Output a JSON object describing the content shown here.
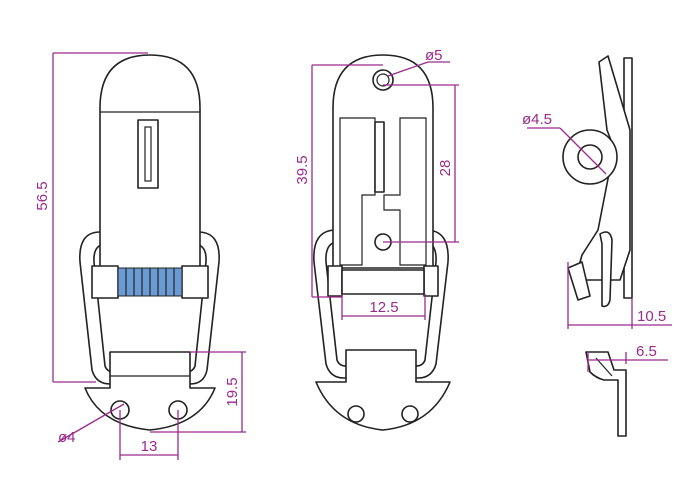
{
  "colors": {
    "dimension": "#9b2b8c",
    "outline": "#222222",
    "spring": "#6a9ad4",
    "background": "#ffffff"
  },
  "views": {
    "front": {
      "overall_height": "56.5",
      "plate_height": "19.5",
      "hole_spacing": "13",
      "hole_diameter": "ø4"
    },
    "back": {
      "total_height": "39.5",
      "pivot_height": "28",
      "pivot_hole": "ø5",
      "base_width": "12.5"
    },
    "side": {
      "hook_hole": "ø4.5",
      "base_depth": "10.5",
      "plate_depth": "6.5"
    }
  }
}
